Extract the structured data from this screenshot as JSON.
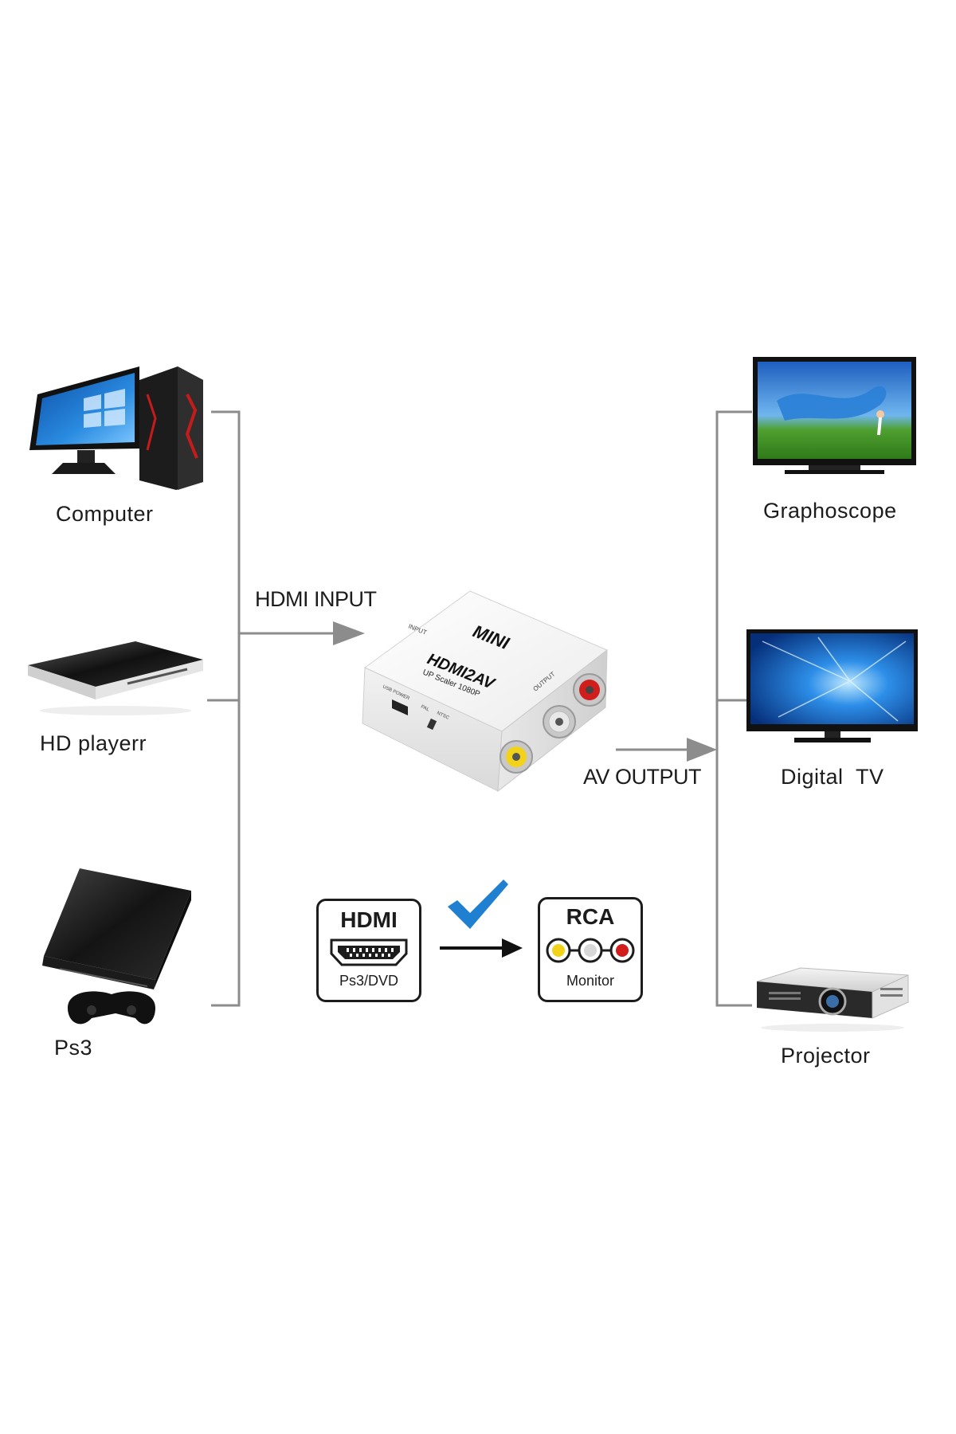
{
  "inputs": {
    "computer": "Computer",
    "hd_player": "HD playerr",
    "ps3": "Ps3"
  },
  "outputs": {
    "graphoscope": "Graphoscope",
    "digital_tv": "Digital  TV",
    "projector": "Projector"
  },
  "flow": {
    "hdmi_input": "HDMI INPUT",
    "av_output": "AV OUTPUT"
  },
  "converter": {
    "brand": "MINI",
    "model": "HDMI2AV",
    "subtitle": "UP Scaler 1080P",
    "input_port": "INPUT",
    "output_port": "OUTPUT",
    "power_port": "USB POWER",
    "pal": "PAL",
    "ntsc": "NTSC"
  },
  "badges": {
    "hdmi_title": "HDMI",
    "hdmi_sub": "Ps3/DVD",
    "rca_title": "RCA",
    "rca_sub": "Monitor"
  },
  "colors": {
    "line": "#8c8c8c",
    "check": "#1f7fd1",
    "rca_yellow": "#f3d21a",
    "rca_white": "#d8d8d8",
    "rca_red": "#d21d1d"
  }
}
